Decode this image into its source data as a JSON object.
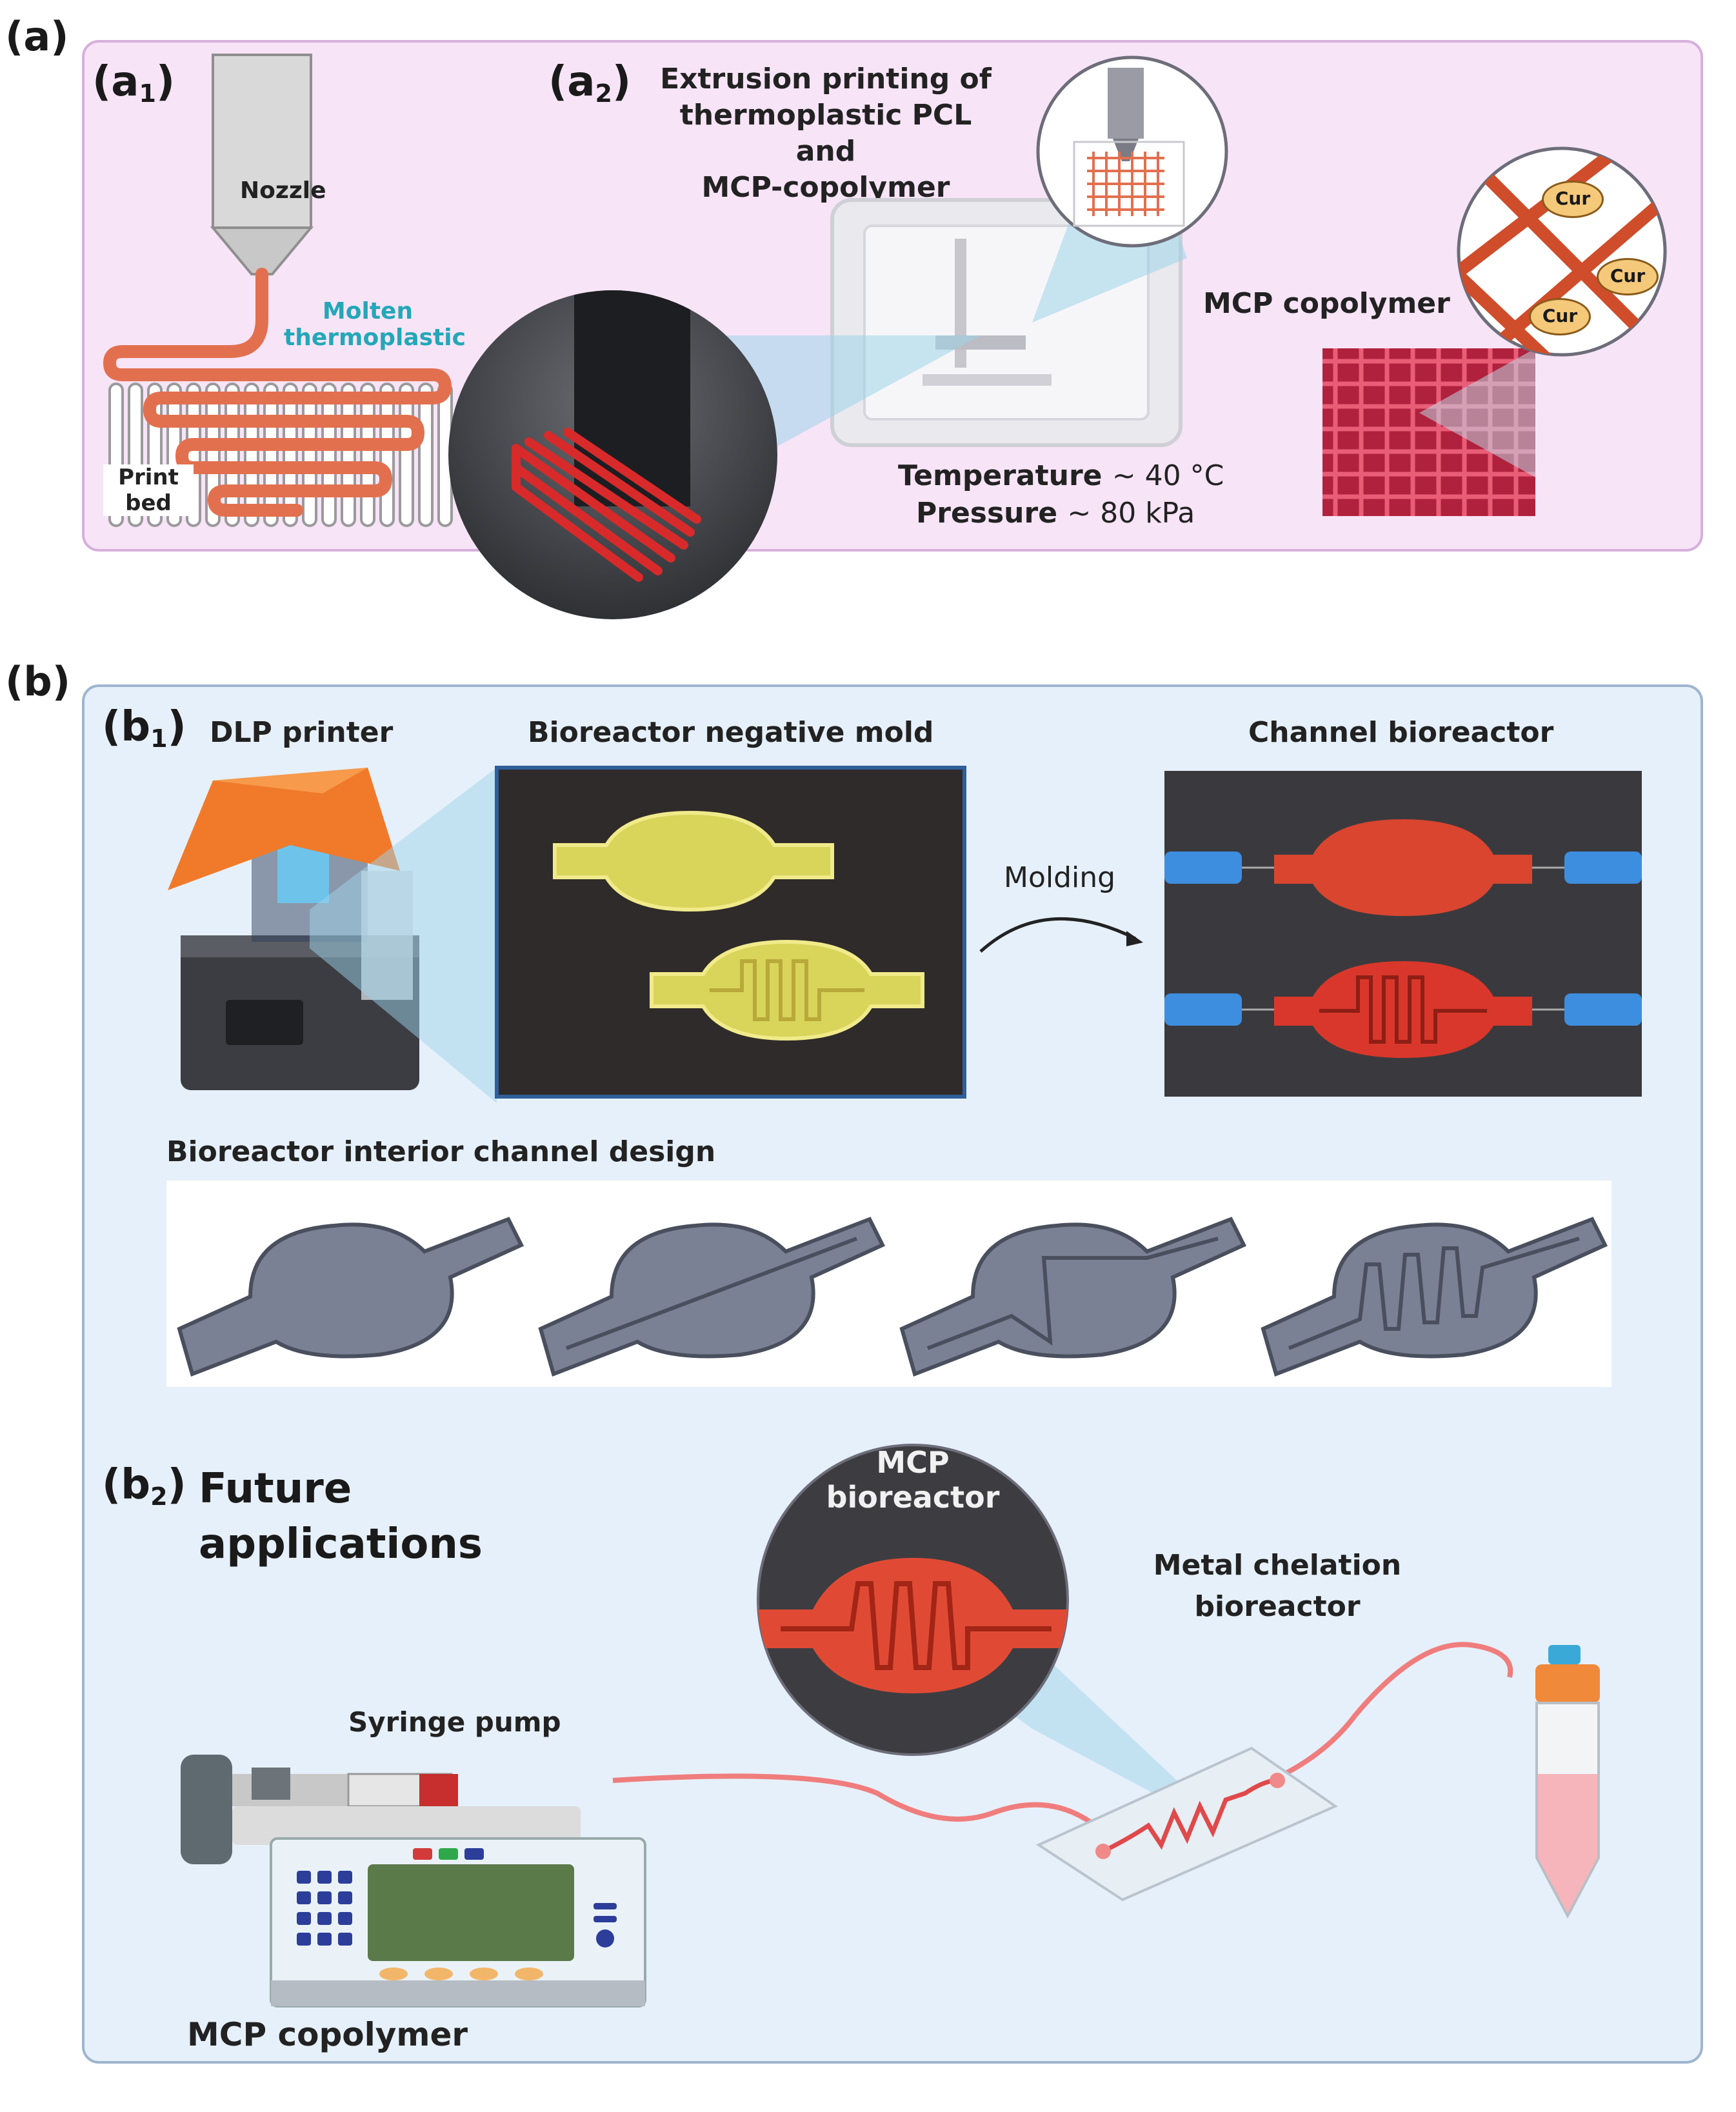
{
  "panel_a": {
    "letter": "(a)",
    "a1": {
      "main": "(a",
      "index": "1",
      "close": ")",
      "nozzle": "Nozzle",
      "molten_line1": "Molten",
      "molten_line2": "thermoplastic",
      "bed_line1": "Print",
      "bed_line2": "bed"
    },
    "a2": {
      "main": "(a",
      "index": "2",
      "close": ")",
      "title_line1": "Extrusion printing of",
      "title_line2": "thermoplastic PCL and",
      "title_line3": "MCP-copolymer",
      "temperature_label": "Temperature",
      "temperature_value": "~ 40 °C",
      "pressure_label": "Pressure",
      "pressure_value": "~ 80 kPa"
    },
    "mcp_copolymer": "MCP copolymer",
    "cur_labels": [
      "Cur",
      "Cur",
      "Cur"
    ]
  },
  "panel_b": {
    "letter": "(b)",
    "b1": {
      "main": "(b",
      "index": "1",
      "close": ")",
      "dlp_printer": "DLP printer",
      "negative_mold": "Bioreactor negative mold",
      "channel_bioreactor": "Channel bioreactor",
      "molding": "Molding",
      "interior_design": "Bioreactor interior channel design"
    },
    "b2": {
      "main": "(b",
      "index": "2",
      "close": ")",
      "future_line1": "Future",
      "future_line2": "applications",
      "mcp_line1": "MCP",
      "mcp_line2": "bioreactor",
      "metal_line1": "Metal chelation",
      "metal_line2": "bioreactor",
      "syringe_pump": "Syringe pump",
      "mcp_copolymer": "MCP copolymer"
    }
  },
  "colors": {
    "panel_a_bg": "#f7e4f7",
    "panel_b_bg": "#e6f0fa",
    "thermoplastic": "#e2704f",
    "bioreactor_red": "#d9372b",
    "mold_yellow": "#e3d552",
    "teal_text": "#22a8b8"
  }
}
